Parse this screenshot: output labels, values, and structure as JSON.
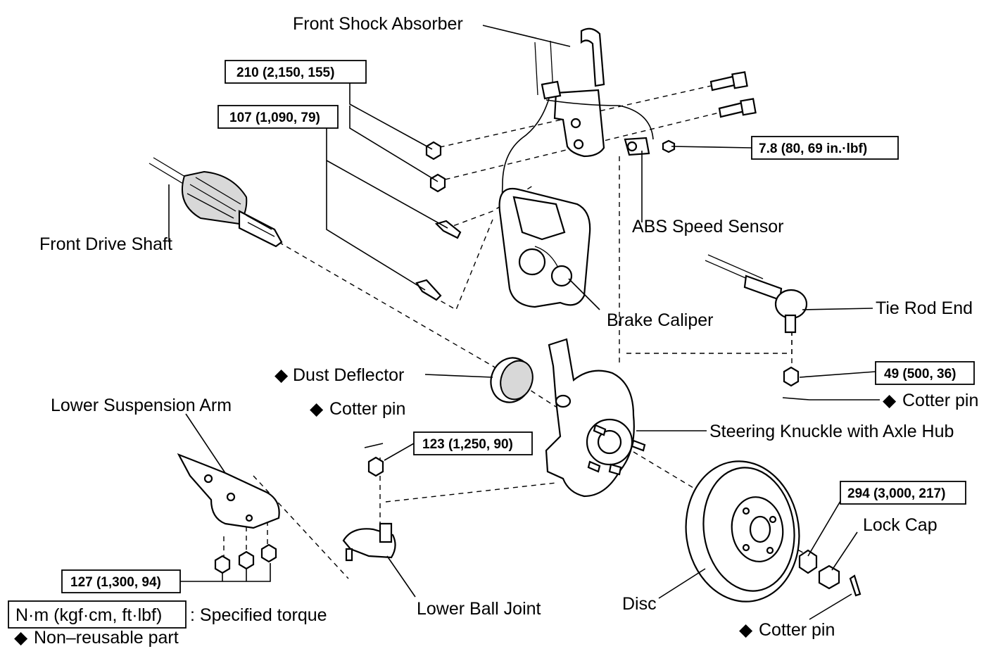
{
  "labels": {
    "front_shock_absorber": "Front Shock Absorber",
    "front_drive_shaft": "Front Drive Shaft",
    "abs_speed_sensor": "ABS Speed Sensor",
    "brake_caliper": "Brake Caliper",
    "tie_rod_end": "Tie Rod End",
    "dust_deflector": "Dust Deflector",
    "lower_suspension_arm": "Lower Suspension Arm",
    "cotter_pin": "Cotter pin",
    "steering_knuckle": "Steering Knuckle with Axle Hub",
    "lock_cap": "Lock Cap",
    "lower_ball_joint": "Lower Ball Joint",
    "disc": "Disc"
  },
  "torques": {
    "shock_upper": "210 (2,150, 155)",
    "caliper_bolts": "107 (1,090, 79)",
    "abs_sensor": "7.8 (80, 69 in.·lbf)",
    "tie_rod_nut": "49 (500, 36)",
    "ball_joint_nut": "123 (1,250, 90)",
    "axle_nut": "294 (3,000, 217)",
    "lower_arm_bolts": "127 (1,300, 94)"
  },
  "legend": {
    "unit_box": "N·m (kgf·cm, ft·lbf)",
    "unit_text": ": Specified torque",
    "non_reusable": "Non–reusable part",
    "diamond": "◆"
  }
}
